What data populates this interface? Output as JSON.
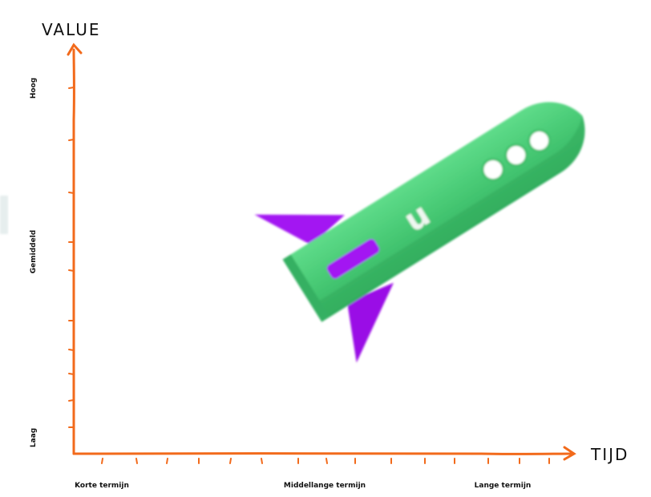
{
  "axes": {
    "y_title": "VALUE",
    "x_title": "TIJD",
    "y_levels": {
      "high": "Hoog",
      "mid": "Gemiddeld",
      "low": "Laag"
    },
    "x_periods": {
      "short": "Korte termijn",
      "medium": "Middellange termijn",
      "long": "Lange termijn"
    },
    "axis_color": "#f26a1b"
  },
  "rocket": {
    "body_color": "#4cd17a",
    "fin_color": "#a313f2",
    "logo_letter": "u",
    "window_count": 3
  }
}
